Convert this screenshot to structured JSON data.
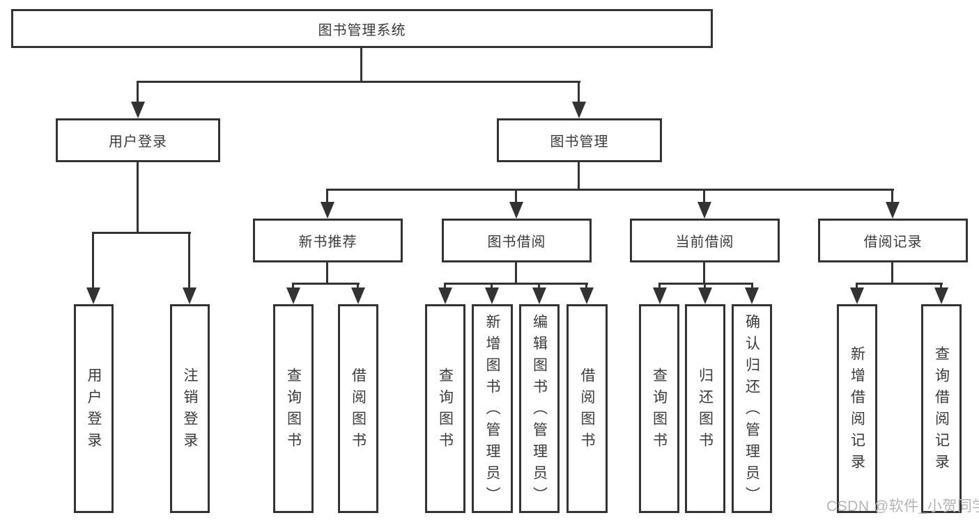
{
  "diagram": {
    "root": "图书管理系统",
    "level1": {
      "user_login": "用户登录",
      "book_management": "图书管理"
    },
    "level2": {
      "new_book_recommend": "新书推荐",
      "book_borrow": "图书借阅",
      "current_borrow": "当前借阅",
      "borrow_records": "借阅记录"
    },
    "leaves": {
      "user_login": "用户登录",
      "logout": "注销登录",
      "nb_query_books": "查询图书",
      "nb_borrow_books": "借阅图书",
      "bb_query_books": "查询图书",
      "bb_add_books_admin": "新增图书（管理员）",
      "bb_edit_books_admin": "编辑图书（管理员）",
      "bb_borrow_books": "借阅图书",
      "cb_query_books": "查询图书",
      "cb_return_books": "归还图书",
      "cb_confirm_return_admin": "确认归还（管理员）",
      "br_add_record": "新增借阅记录",
      "br_query_record": "查询借阅记录"
    }
  },
  "watermark": "CSDN @软件_小贺同学",
  "colors": {
    "line": "#333333",
    "text": "#3a3a3a",
    "background": "#ffffff",
    "watermark": "#b4b4b8"
  }
}
